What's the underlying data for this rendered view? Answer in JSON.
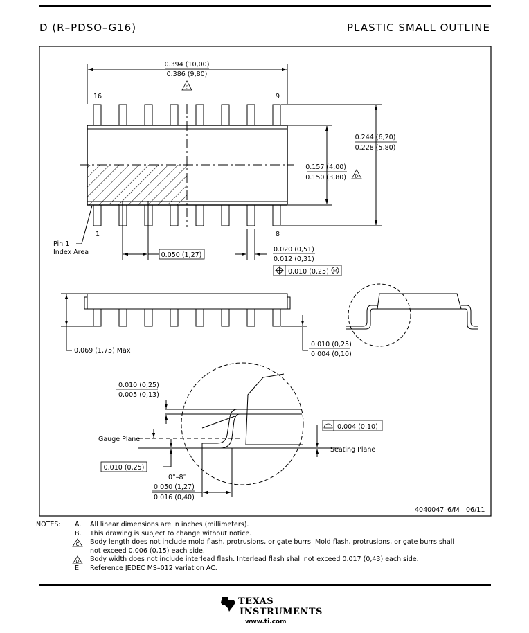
{
  "header": {
    "package_code": "D (R–PDSO–G16)",
    "package_name": "PLASTIC SMALL OUTLINE"
  },
  "drawing": {
    "top_view": {
      "body_length_max": "0.394 (10,00)",
      "body_length_min": "0.386 (9,80)",
      "body_length_note": "C",
      "body_width_max": "0.157 (4,00)",
      "body_width_min": "0.150 (3,80)",
      "body_width_note": "D",
      "overall_width_max": "0.244 (6,20)",
      "overall_width_min": "0.228 (5,80)",
      "pin_16": "16",
      "pin_9": "9",
      "pin_1": "1",
      "pin_8": "8",
      "pin1_label_1": "Pin 1",
      "pin1_label_2": "Index Area",
      "pitch": "0.050 (1,27)",
      "lead_width_max": "0.020 (0,51)",
      "lead_width_min": "0.012 (0,31)",
      "position_tolerance": "0.010 (0,25)",
      "position_modifier": "M"
    },
    "side_view": {
      "height_max": "0.069 (1,75) Max",
      "standoff_max": "0.010 (0,25)",
      "standoff_min": "0.004 (0,10)"
    },
    "detail_view": {
      "lead_thickness_max": "0.010 (0,25)",
      "lead_thickness_min": "0.005 (0,13)",
      "gauge_plane": "Gauge Plane",
      "gauge_dim": "0.010 (0,25)",
      "angle": "0°–8°",
      "foot_length_max": "0.050 (1,27)",
      "foot_length_min": "0.016 (0,40)",
      "coplanarity": "0.004 (0,10)",
      "seating_plane": "Seating Plane"
    },
    "doc_id": "4040047–6/M",
    "doc_date": "06/11"
  },
  "notes": {
    "heading": "NOTES:",
    "items": [
      {
        "letter": "A.",
        "text": "All linear dimensions are in inches (millimeters)."
      },
      {
        "letter": "B.",
        "text": "This drawing is subject to change without notice."
      },
      {
        "letter": "C",
        "text": "Body length does not include mold flash, protrusions, or gate burrs.  Mold flash, protrusions, or gate burrs shall"
      },
      {
        "letter": "",
        "text": "not exceed 0.006 (0,15) each side."
      },
      {
        "letter": "D",
        "text": "Body width does not include interlead flash.  Interlead flash shall not exceed 0.017 (0,43) each side."
      },
      {
        "letter": "E.",
        "text": "Reference JEDEC MS–012 variation AC."
      }
    ]
  },
  "footer": {
    "logo_line1": "TEXAS",
    "logo_line2": "INSTRUMENTS",
    "url": "www.ti.com"
  }
}
